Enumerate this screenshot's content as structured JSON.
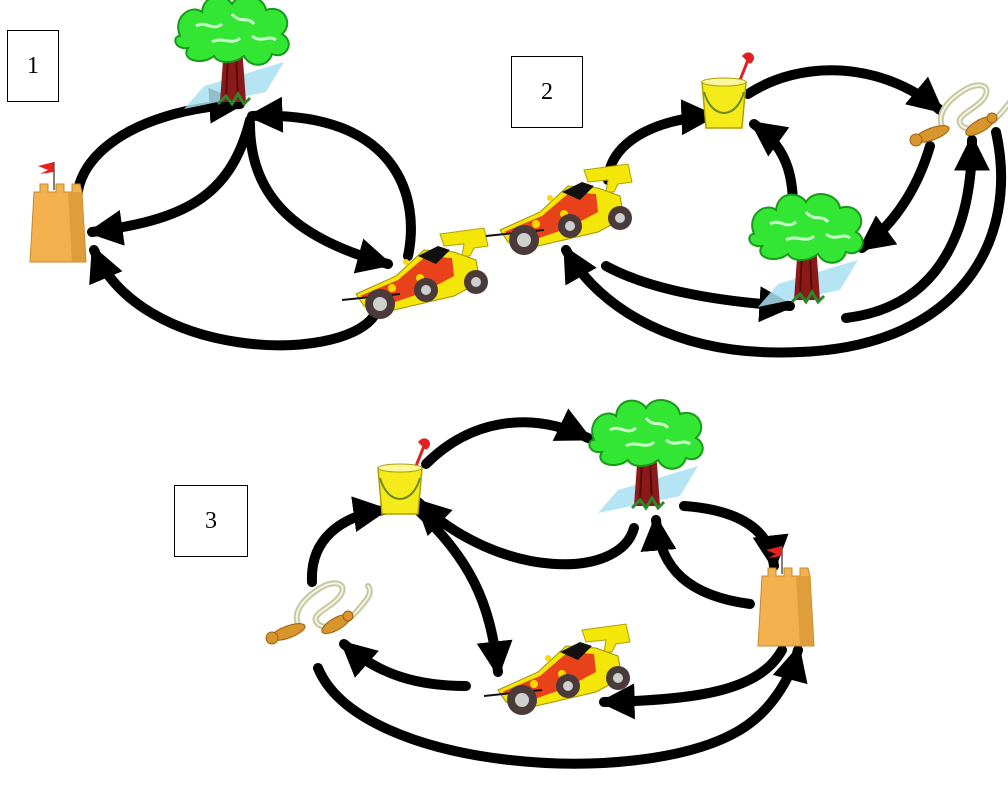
{
  "diagrams": [
    {
      "label": "1",
      "nodes": [
        "tree",
        "castle",
        "car"
      ]
    },
    {
      "label": "2",
      "nodes": [
        "bucket",
        "jump-rope",
        "tree",
        "car"
      ]
    },
    {
      "label": "3",
      "nodes": [
        "bucket",
        "tree",
        "castle",
        "jump-rope",
        "car"
      ]
    }
  ],
  "colors": {
    "arrow": "#000000",
    "tree_foliage": "#33e633",
    "tree_trunk": "#8b1a1a",
    "castle": "#f2b04e",
    "car_body": "#e8421a",
    "car_spoiler": "#f5e60a",
    "bucket": "#f5ea1a",
    "rope_handle": "#d8952b"
  }
}
